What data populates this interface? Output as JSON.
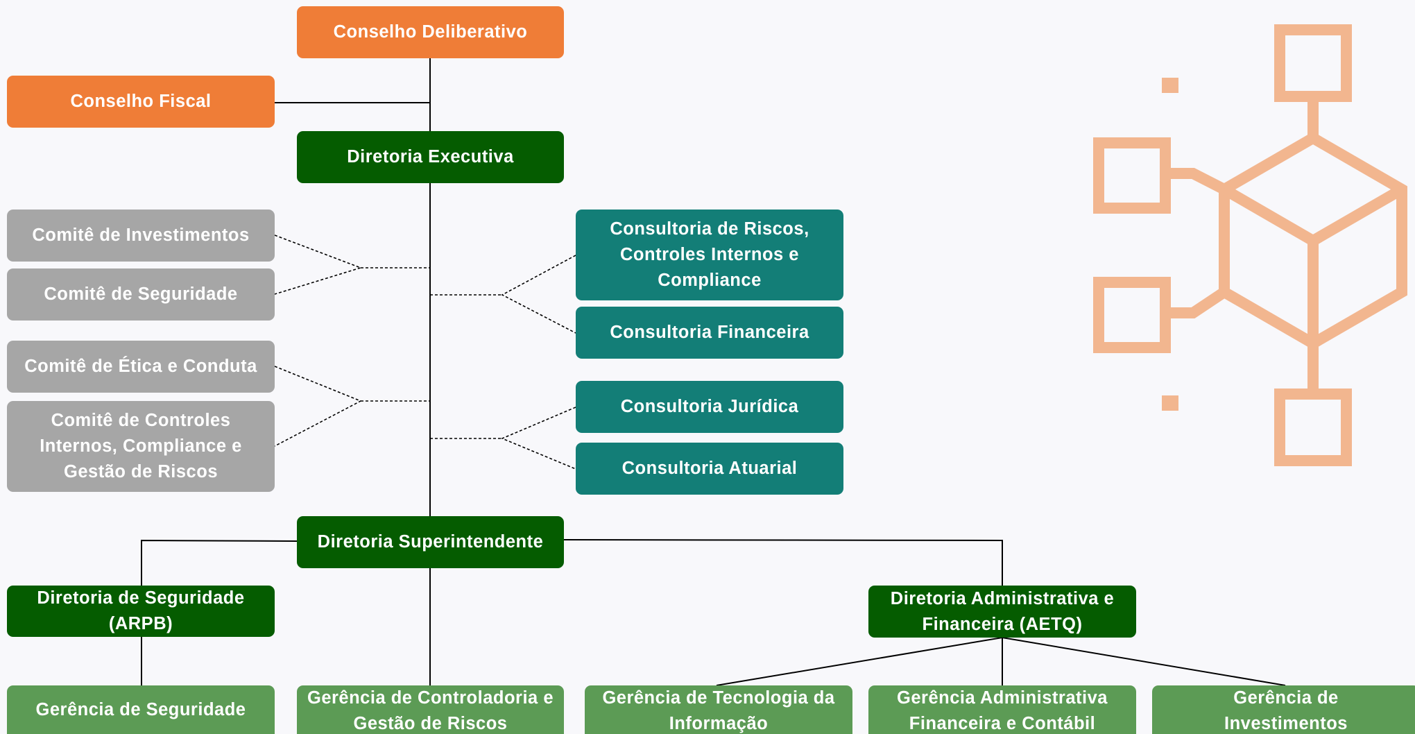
{
  "colors": {
    "council": "#ef7d37",
    "directorate": "#055c00",
    "committee": "#a6a6a6",
    "consultancy": "#137e77",
    "management": "#5c9b55",
    "decoration": "#f2b68f",
    "background": "#f8f8fb"
  },
  "decoration": {
    "icon": "blockchain-network-icon"
  },
  "councils": {
    "deliberative": "Conselho Deliberativo",
    "fiscal": "Conselho Fiscal"
  },
  "directorates": {
    "executive": "Diretoria Executiva",
    "superintendent": "Diretoria Superintendente",
    "seguridade": "Diretoria de Seguridade\n(ARPB)",
    "administrativa": "Diretoria Administrativa e\nFinanceira (AETQ)"
  },
  "committees": {
    "investimentos": "Comitê de Investimentos",
    "seguridade": "Comitê de Seguridade",
    "etica": "Comitê de Ética e Conduta",
    "controles": "Comitê de Controles\nInternos, Compliance e\nGestão de Riscos"
  },
  "consultancies": {
    "riscos": "Consultoria de Riscos,\nControles Internos e\nCompliance",
    "financeira": "Consultoria Financeira",
    "juridica": "Consultoria Jurídica",
    "atuarial": "Consultoria Atuarial"
  },
  "managements": {
    "seguridade": "Gerência de Seguridade",
    "controladoria": "Gerência de Controladoria e\nGestão de Riscos",
    "tecnologia": "Gerência de Tecnologia da\nInformação",
    "administrativa": "Gerência Administrativa\nFinanceira e Contábil",
    "investimentos": "Gerência de\nInvestimentos"
  }
}
